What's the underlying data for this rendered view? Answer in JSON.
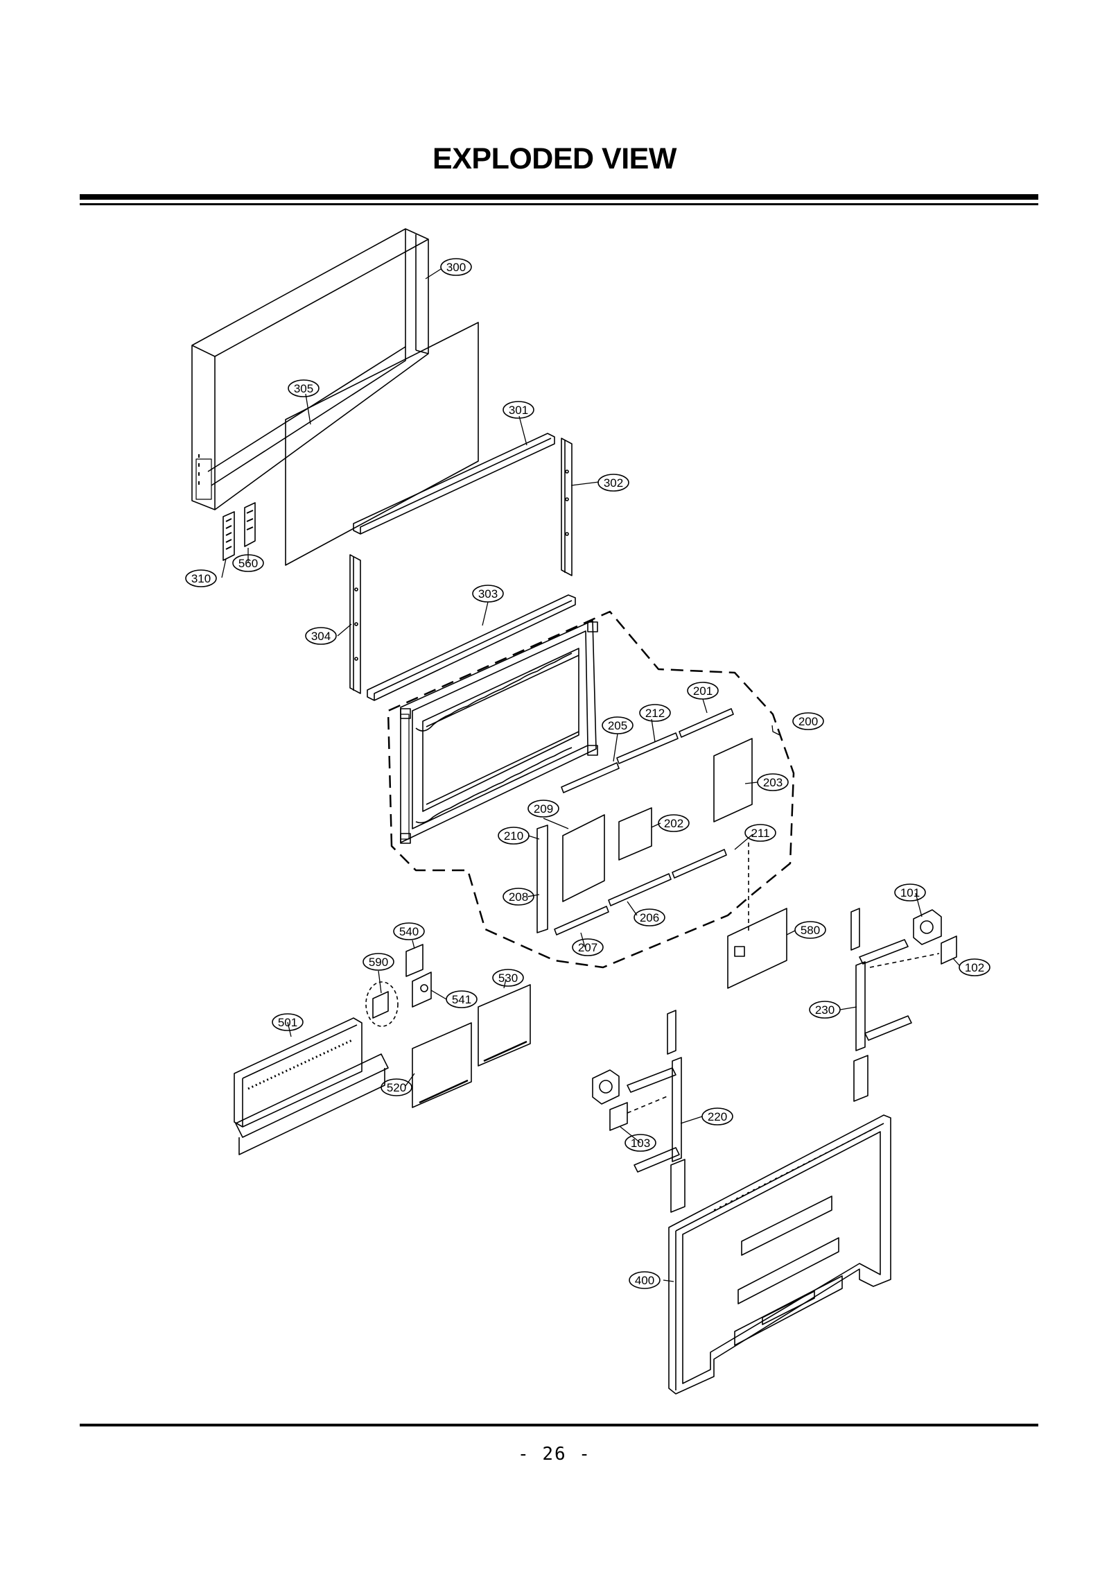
{
  "page": {
    "title": "EXPLODED VIEW",
    "page_number": "- 26 -"
  },
  "diagram": {
    "callouts": {
      "c300": "300",
      "c305": "305",
      "c301": "301",
      "c302": "302",
      "c310": "310",
      "c560": "560",
      "c303": "303",
      "c304": "304",
      "c201": "201",
      "c212": "212",
      "c205": "205",
      "c200": "200",
      "c203": "203",
      "c209": "209",
      "c202": "202",
      "c211": "211",
      "c210": "210",
      "c208": "208",
      "c206": "206",
      "c207": "207",
      "c101": "101",
      "c102": "102",
      "c580": "580",
      "c540": "540",
      "c590": "590",
      "c530": "530",
      "c541": "541",
      "c501": "501",
      "c230": "230",
      "c520": "520",
      "c220": "220",
      "c103": "103",
      "c400": "400"
    }
  }
}
